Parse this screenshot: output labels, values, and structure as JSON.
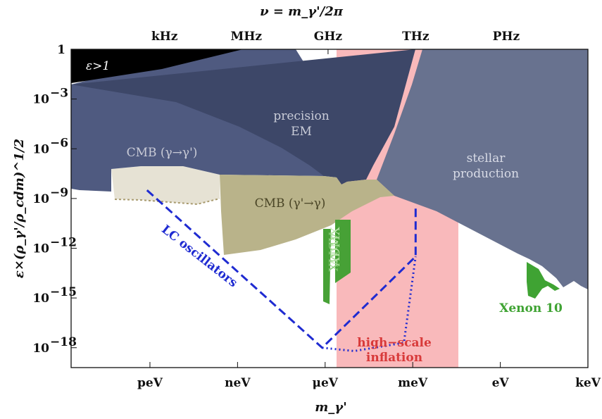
{
  "chart_data": {
    "type": "area",
    "title": "ν = m_γ'/2π",
    "xlabel": "m_γ'",
    "ylabel": "ε×(ρ_γ'/ρ_cdm)^1/2",
    "x_scale": "log",
    "y_scale": "log",
    "x_unit": "eV",
    "xlim_log10_eV": [
      -14.7,
      3.0
    ],
    "ylim_log10": [
      -19.2,
      0
    ],
    "x_ticks": [
      {
        "label": "peV",
        "log10": -12
      },
      {
        "label": "neV",
        "log10": -9
      },
      {
        "label": "μeV",
        "log10": -6
      },
      {
        "label": "meV",
        "log10": -3
      },
      {
        "label": "eV",
        "log10": 0
      },
      {
        "label": "keV",
        "log10": 3
      }
    ],
    "top_ticks": [
      {
        "label": "kHz",
        "log10_mass_eV": -11.5
      },
      {
        "label": "MHz",
        "log10_mass_eV": -8.7
      },
      {
        "label": "GHz",
        "log10_mass_eV": -5.9
      },
      {
        "label": "THz",
        "log10_mass_eV": -2.9
      },
      {
        "label": "PHz",
        "log10_mass_eV": 0.2
      }
    ],
    "y_ticks": [
      {
        "label": "1",
        "log10": 0
      },
      {
        "label": "10",
        "exp": "−3",
        "log10": -3
      },
      {
        "label": "10",
        "exp": "−6",
        "log10": -6
      },
      {
        "label": "10",
        "exp": "−9",
        "log10": -9
      },
      {
        "label": "10",
        "exp": "−12",
        "log10": -12
      },
      {
        "label": "10",
        "exp": "−15",
        "log10": -15
      },
      {
        "label": "10",
        "exp": "−18",
        "log10": -18
      }
    ],
    "regions": [
      {
        "label": "high−scale inflation",
        "color": "#f9b9bb",
        "bounds": {
          "x": [
            -5.3,
            -1.6
          ],
          "y": [
            -19.2,
            0
          ]
        }
      },
      {
        "label": "ε>1",
        "color": "#000000"
      },
      {
        "label": "precision EM",
        "color": "#3d4768"
      },
      {
        "label": "CMB (γ→γ')",
        "color": "#4f5a80",
        "secondary_color": "#e6e2d4"
      },
      {
        "label": "stellar production",
        "color": "#68728f"
      },
      {
        "label": "CMB (γ'→γ)",
        "color": "#b9b38a"
      },
      {
        "label": "ADMX",
        "color": "#47a136"
      },
      {
        "label": "Xenon 10",
        "color": "#3fa333"
      }
    ],
    "series": [
      {
        "name": "LC oscillators",
        "style": "dashed",
        "color": "#1f2bd1",
        "points": [
          [
            -12.1,
            -8.5
          ],
          [
            -6.1,
            -18.0
          ],
          [
            -2.9,
            -12.5
          ],
          [
            -2.9,
            -9.5
          ]
        ]
      },
      {
        "name": "LC oscillators (dotted)",
        "style": "dotted",
        "color": "#1f2bd1",
        "points": [
          [
            -6.1,
            -18.0
          ],
          [
            -5.0,
            -18.2
          ],
          [
            -3.3,
            -17.7
          ],
          [
            -2.9,
            -12.5
          ]
        ]
      }
    ]
  }
}
